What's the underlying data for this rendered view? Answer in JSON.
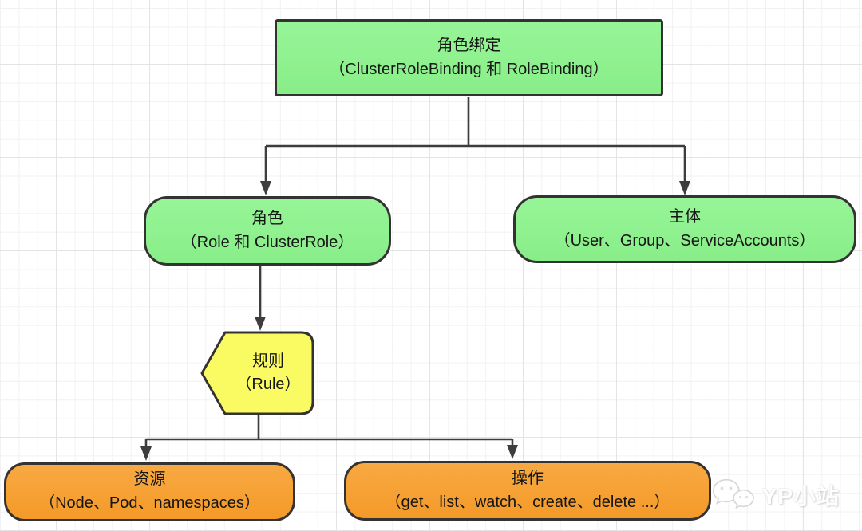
{
  "nodes": {
    "role_binding": {
      "title": "角色绑定",
      "subtitle": "（ClusterRoleBinding 和 RoleBinding）",
      "shape": "rectangle",
      "fill": "#8ff08f"
    },
    "role": {
      "title": "角色",
      "subtitle": "（Role 和 ClusterRole）",
      "shape": "rounded-rectangle",
      "fill": "#8ff08f"
    },
    "subject": {
      "title": "主体",
      "subtitle": "（User、Group、ServiceAccounts）",
      "shape": "rounded-rectangle",
      "fill": "#8ff08f"
    },
    "rule": {
      "title": "规则",
      "subtitle": "（Rule）",
      "shape": "left-point-pentagon",
      "fill": "#fafa62"
    },
    "resource": {
      "title": "资源",
      "subtitle": "（Node、Pod、namespaces）",
      "shape": "rounded-rectangle",
      "fill": "#f6a136"
    },
    "action": {
      "title": "操作",
      "subtitle": "（get、list、watch、create、delete ...）",
      "shape": "rounded-rectangle",
      "fill": "#f6a136"
    }
  },
  "edges": [
    {
      "from": "role_binding",
      "to": "role"
    },
    {
      "from": "role_binding",
      "to": "subject"
    },
    {
      "from": "role",
      "to": "rule"
    },
    {
      "from": "rule",
      "to": "resource"
    },
    {
      "from": "rule",
      "to": "action"
    }
  ],
  "colors": {
    "node_green": "#8ff08f",
    "node_yellow": "#fafa62",
    "node_orange": "#f6a136",
    "node_border": "#333333",
    "connector": "#3d3d3d",
    "grid_minor": "#f2f2f2",
    "grid_major": "#e4e4e4",
    "background": "#ffffff",
    "watermark_text": "#ffffff"
  },
  "watermark": {
    "icon": "wechat-icon",
    "label": "YP小站"
  }
}
